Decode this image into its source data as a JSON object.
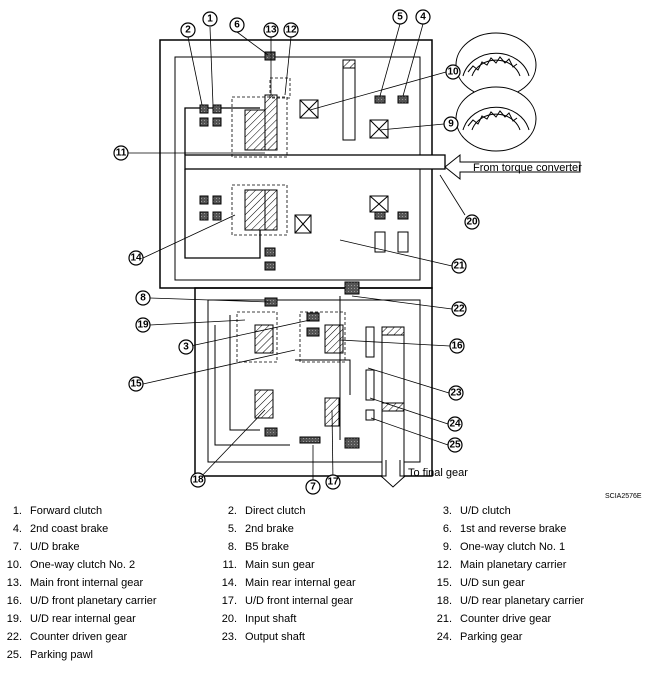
{
  "diagram": {
    "flow_label": "From torque converter",
    "final_label": "To final gear",
    "code": "SCIA2576E",
    "callouts": [
      "1",
      "2",
      "3",
      "4",
      "5",
      "6",
      "7",
      "8",
      "9",
      "10",
      "11",
      "12",
      "13",
      "14",
      "15",
      "16",
      "17",
      "18",
      "19",
      "20",
      "21",
      "22",
      "23",
      "24",
      "25"
    ]
  },
  "legend": [
    {
      "num": "1.",
      "text": "Forward clutch"
    },
    {
      "num": "2.",
      "text": "Direct clutch"
    },
    {
      "num": "3.",
      "text": "U/D clutch"
    },
    {
      "num": "4.",
      "text": "2nd coast brake"
    },
    {
      "num": "5.",
      "text": "2nd brake"
    },
    {
      "num": "6.",
      "text": "1st and reverse brake"
    },
    {
      "num": "7.",
      "text": "U/D brake"
    },
    {
      "num": "8.",
      "text": "B5 brake"
    },
    {
      "num": "9.",
      "text": "One-way clutch No. 1"
    },
    {
      "num": "10.",
      "text": "One-way clutch No. 2"
    },
    {
      "num": "11.",
      "text": "Main sun gear"
    },
    {
      "num": "12.",
      "text": "Main planetary carrier"
    },
    {
      "num": "13.",
      "text": "Main front internal gear"
    },
    {
      "num": "14.",
      "text": "Main rear internal gear"
    },
    {
      "num": "15.",
      "text": "U/D sun gear"
    },
    {
      "num": "16.",
      "text": "U/D front planetary carrier"
    },
    {
      "num": "17.",
      "text": "U/D front internal gear"
    },
    {
      "num": "18.",
      "text": "U/D rear planetary carrier"
    },
    {
      "num": "19.",
      "text": "U/D rear internal gear"
    },
    {
      "num": "20.",
      "text": "Input shaft"
    },
    {
      "num": "21.",
      "text": "Counter drive gear"
    },
    {
      "num": "22.",
      "text": "Counter driven gear"
    },
    {
      "num": "23.",
      "text": "Output shaft"
    },
    {
      "num": "24.",
      "text": "Parking gear"
    },
    {
      "num": "25.",
      "text": "Parking pawl"
    }
  ]
}
